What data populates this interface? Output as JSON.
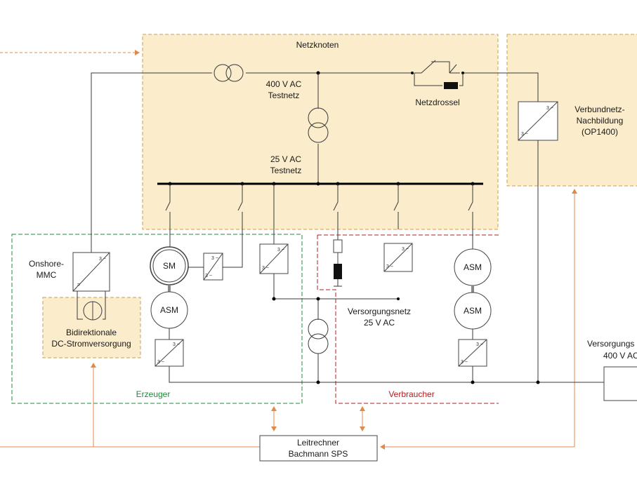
{
  "labels": {
    "netzknoten": "Netzknoten",
    "testnetz400_l1": "400 V AC",
    "testnetz400_l2": "Testnetz",
    "netzdrossel": "Netzdrossel",
    "testnetz25_l1": "25 V AC",
    "testnetz25_l2": "Testnetz",
    "verbund_l1": "Verbundnetz-",
    "verbund_l2": "Nachbildung",
    "verbund_l3": "(OP1400)",
    "onshore_l1": "Onshore-",
    "onshore_l2": "MMC",
    "bidir_l1": "Bidirektionale",
    "bidir_l2": "DC-Stromversorgung",
    "sm": "SM",
    "asm1": "ASM",
    "asm2": "ASM",
    "asm3": "ASM",
    "versorgung25_l1": "Versorgungsnetz",
    "versorgung25_l2": "25 V AC",
    "versorgung400_l1": "Versorgungs",
    "versorgung400_l2": "400 V AC",
    "erzeuger": "Erzeuger",
    "verbraucher": "Verbraucher",
    "leitrechner_l1": "Leitrechner",
    "leitrechner_l2": "Bachmann SPS",
    "conv_ac": "3 ~",
    "conv_dc": "="
  },
  "colors": {
    "region_fill": "#fbeccb",
    "region_border": "#c9a255",
    "erzeuger_border": "#1f8a3b",
    "verbraucher_border": "#b01c1c",
    "signal": "#e08a4a"
  }
}
